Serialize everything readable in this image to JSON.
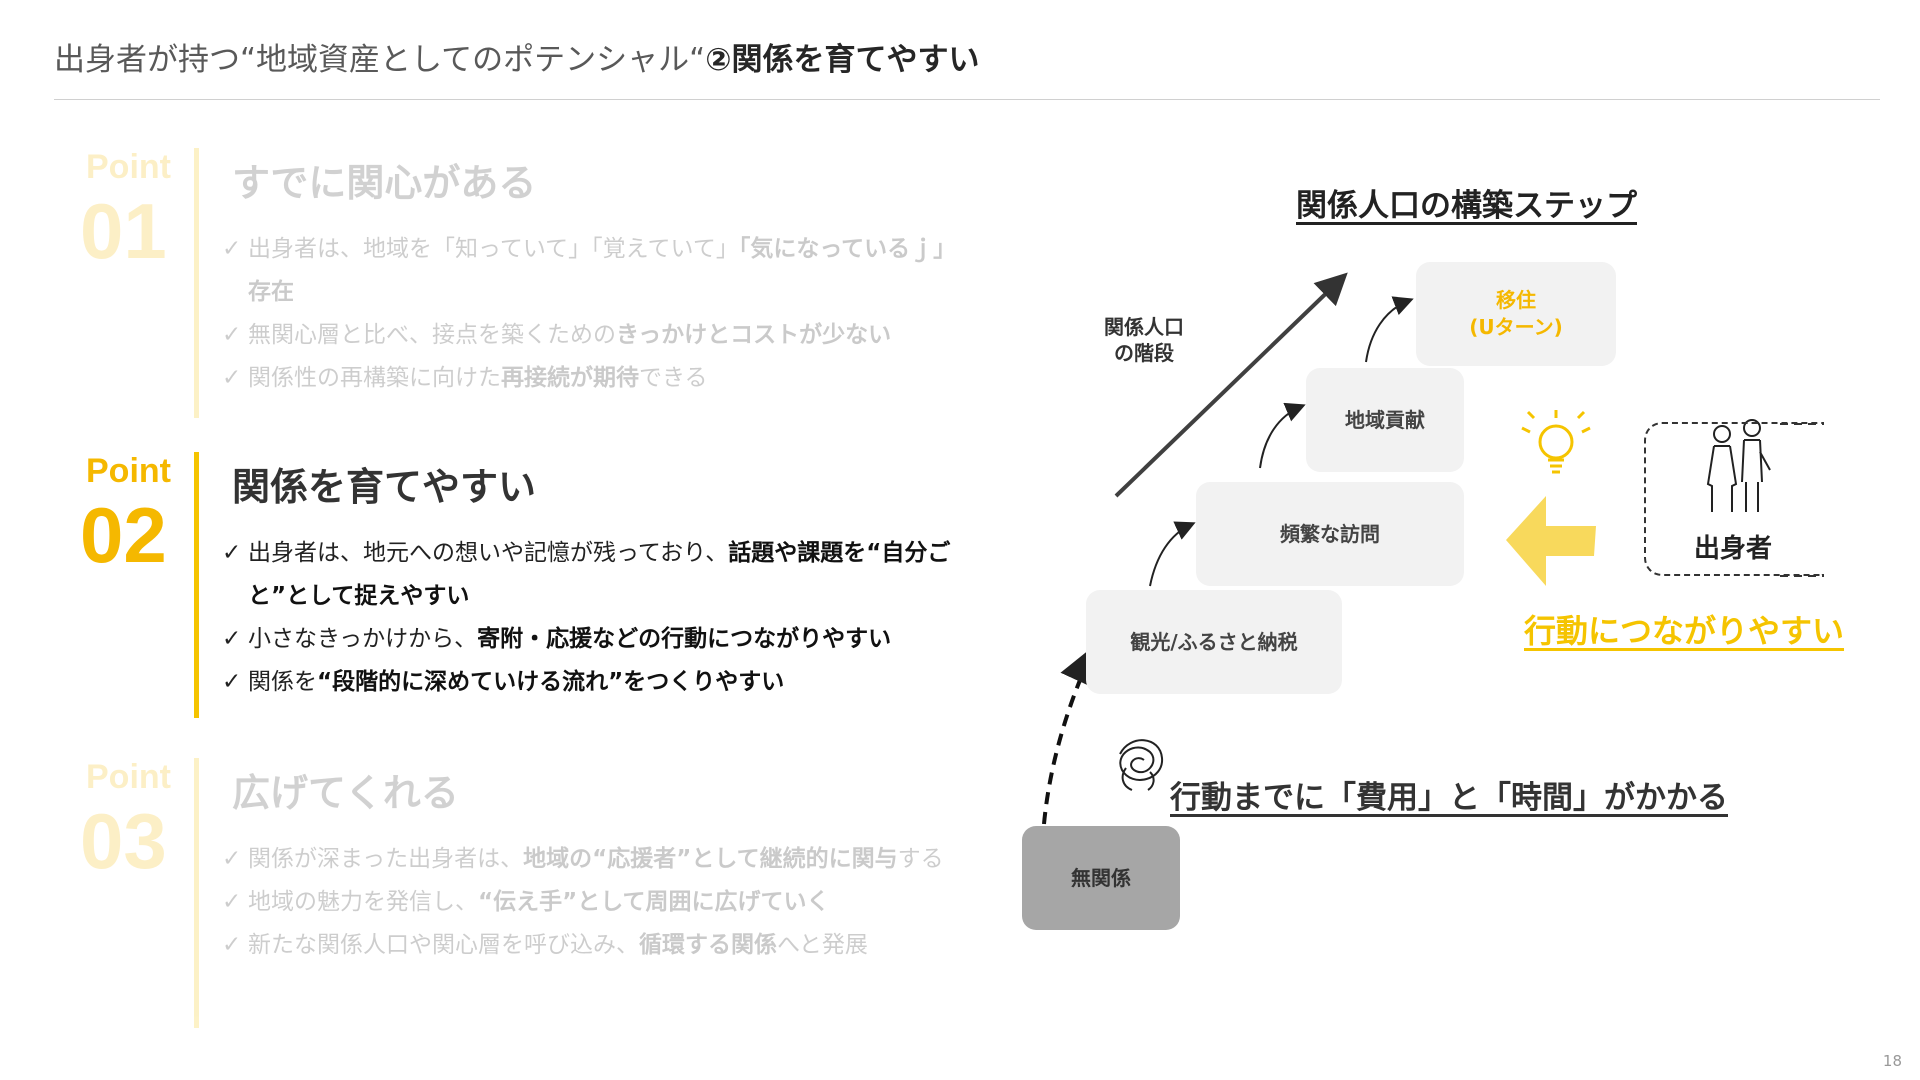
{
  "slide": {
    "title_light": "出身者が持つ“地域資産としてのポテンシャル“",
    "title_bold": "②関係を育てやすい",
    "page_number": "18"
  },
  "points": [
    {
      "tag": "Point",
      "number": "01",
      "heading": "すでに関心がある",
      "bullets": [
        {
          "plain": "出身者は、地域を「知っていて」「覚えていて」",
          "bold": "「気になっているｊ」存在"
        },
        {
          "plain": "無関心層と比べ、接点を築くための",
          "bold": "きっかけとコストが少ない"
        },
        {
          "plain": "関係性の再構築に向けた",
          "bold": "再接続が期待",
          "tail": "できる"
        }
      ]
    },
    {
      "tag": "Point",
      "number": "02",
      "heading": "関係を育てやすい",
      "bullets": [
        {
          "plain": "出身者は、地元への想いや記憶が残っており、",
          "bold": "話題や課題を“自分ごと”として捉えやすい"
        },
        {
          "plain": "小さなきっかけから、",
          "bold": "寄附・応援などの行動につながりやすい"
        },
        {
          "plain": "関係を",
          "bold": "“段階的に深めていける流れ”をつくりやすい"
        }
      ]
    },
    {
      "tag": "Point",
      "number": "03",
      "heading": "広げてくれる",
      "bullets": [
        {
          "plain": "関係が深まった出身者は、",
          "bold": "地域の“応援者”として継続的に関与",
          "tail": "する"
        },
        {
          "plain": "地域の魅力を発信し、",
          "bold": "“伝え手”として周囲に広げていく"
        },
        {
          "plain": "新たな関係人口や関心層を呼び込み、",
          "bold": "循環する関係",
          "tail": "へと発展"
        }
      ]
    }
  ],
  "diagram": {
    "title": "関係人口の構築ステップ",
    "stairs_label_line1": "関係人口",
    "stairs_label_line2": "の階段",
    "steps": {
      "none": "無関係",
      "tour": "観光/ふるさと納税",
      "visit": "頻繁な訪問",
      "contrib": "地域貢献",
      "move_line1": "移住",
      "move_line2": "(Uターン)"
    },
    "cost_text": "行動までに「費用」と「時間」がかかる",
    "action_text": "行動につながりやすい",
    "person_label": "出身者"
  },
  "colors": {
    "accent_yellow": "#f5b800",
    "step_gray": "#f2f2f2",
    "start_gray": "#a6a6a6"
  }
}
